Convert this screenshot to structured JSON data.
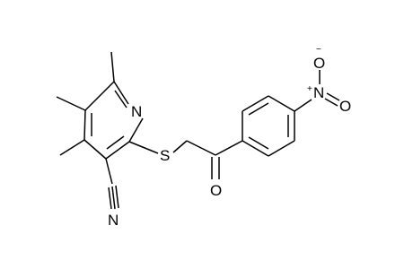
{
  "molecule": {
    "atoms": {
      "ring_nitrogen": "N",
      "sulfur": "S",
      "carbonyl_oxygen": "O",
      "nitrile_nitrogen": "N",
      "nitro_nitrogen": "N",
      "nitro_oxygen_top": "O",
      "nitro_oxygen_right": "O"
    },
    "charges": {
      "nitro_nitrogen_charge": "+",
      "nitro_oxygen_charge": "−"
    }
  }
}
